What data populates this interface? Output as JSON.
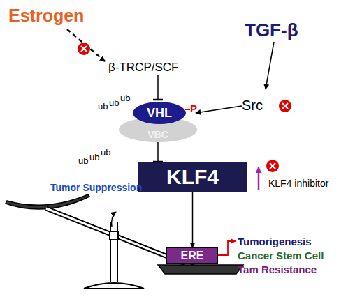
{
  "diagram": {
    "nodes": [
      {
        "text": [
          "VHL"
        ]
      },
      {
        "text": [
          "VBC"
        ]
      },
      {
        "text": [
          "KLF4"
        ]
      },
      {
        "text": [
          "ERE"
        ]
      }
    ],
    "edges": [
      {
        "from": 1,
        "to": 2,
        "arrow": "to"
      },
      {
        "from": 2,
        "to": 3,
        "arrow": "to"
      }
    ],
    "labels": [
      "Estrogen",
      "TGF-β",
      "β-TRCP/SCF",
      "Src",
      "ub",
      "ub",
      "ub",
      "P",
      "ub",
      "ub",
      "ub",
      "KLF4 inhibitor",
      "Tumor Suppression",
      "Tumorigenesis",
      "Cancer Stem Cell",
      "Tam Resistance"
    ]
  }
}
